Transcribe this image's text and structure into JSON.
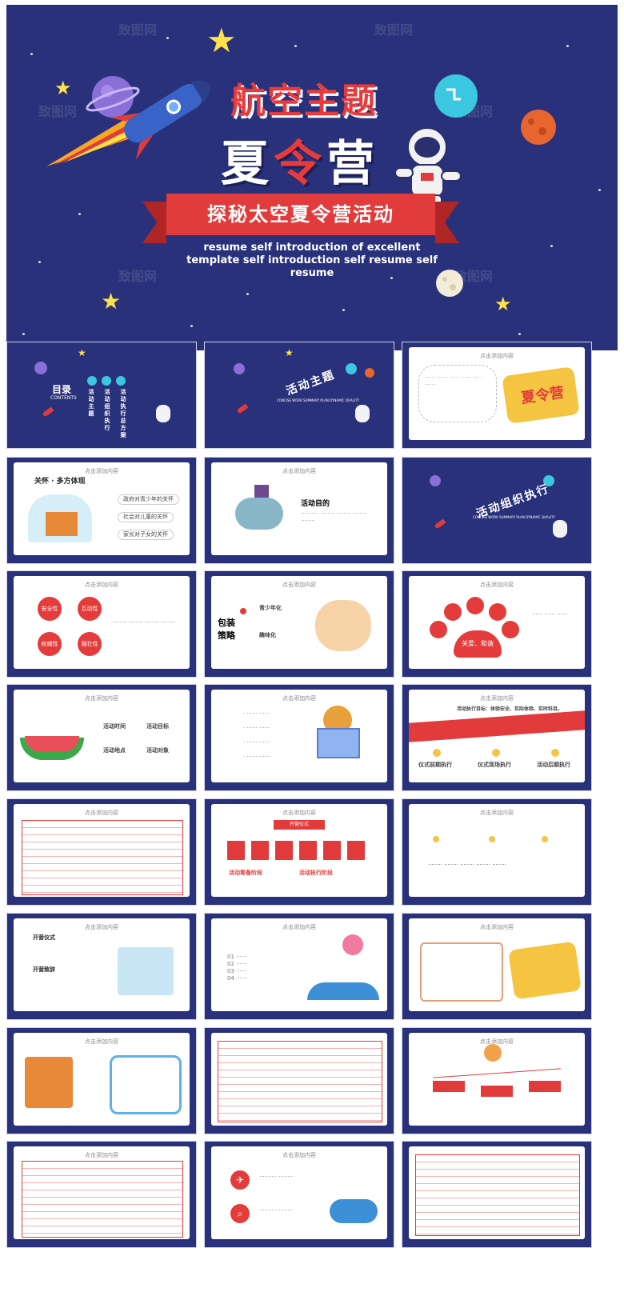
{
  "cover": {
    "title_line1": "航空主题",
    "title_line2_a": "夏",
    "title_line2_b": "令",
    "title_line2_c": "营",
    "ribbon_text": "探秘太空夏令营活动",
    "subtitle_en": "resume self introduction of excellent template self introduction  self resume self resume",
    "watermark": "致图网",
    "colors": {
      "background": "#28317a",
      "accent": "#e23b3b",
      "star": "#ffe24a"
    }
  },
  "slides": {
    "toc": {
      "title": "目录",
      "title_en": "CONTENTS",
      "item1": "活动主题",
      "item2": "活动组织执行",
      "item3": "活动执行总方案"
    },
    "theme": {
      "title": "活动主题",
      "sub_en": "CONCISE WORK SUMMARY PLAN DYNAMIC QUALITY"
    },
    "click_header": "点击添加内容",
    "care": {
      "title": "关怀 · 多方体现",
      "b1": "政府对青少年的关怀",
      "b2": "社会对儿童的关怀",
      "b3": "家长对子女的关怀"
    },
    "purpose": {
      "title": "活动目的"
    },
    "exec": {
      "title": "活动组织执行",
      "sub_en": "CONCISE WORK SUMMARY PLAN DYNAMIC QUALITY"
    },
    "four": {
      "c1": "安全性",
      "c2": "互动性",
      "c3": "权威性",
      "c4": "强壮性"
    },
    "pack": {
      "title": "包装策略",
      "p1": "青少年化",
      "p2": "趣味化"
    },
    "love": {
      "center": "关爱、和谐"
    },
    "event": {
      "t1": "活动时间",
      "t2": "活动地点",
      "t3": "活动目标",
      "t4": "活动对象"
    },
    "exec_list": {
      "head": "活动执行目标：体验安全、实际体验、实时科目。",
      "a": "仪式前期执行",
      "b": "仪式现场执行",
      "c": "活动后期执行"
    },
    "ceremony": {
      "top": "开营仪式",
      "b1": "活动筹备阶段",
      "b2": "活动执行阶段"
    },
    "open": {
      "title": "开营仪式",
      "title2": "开营致辞"
    }
  }
}
